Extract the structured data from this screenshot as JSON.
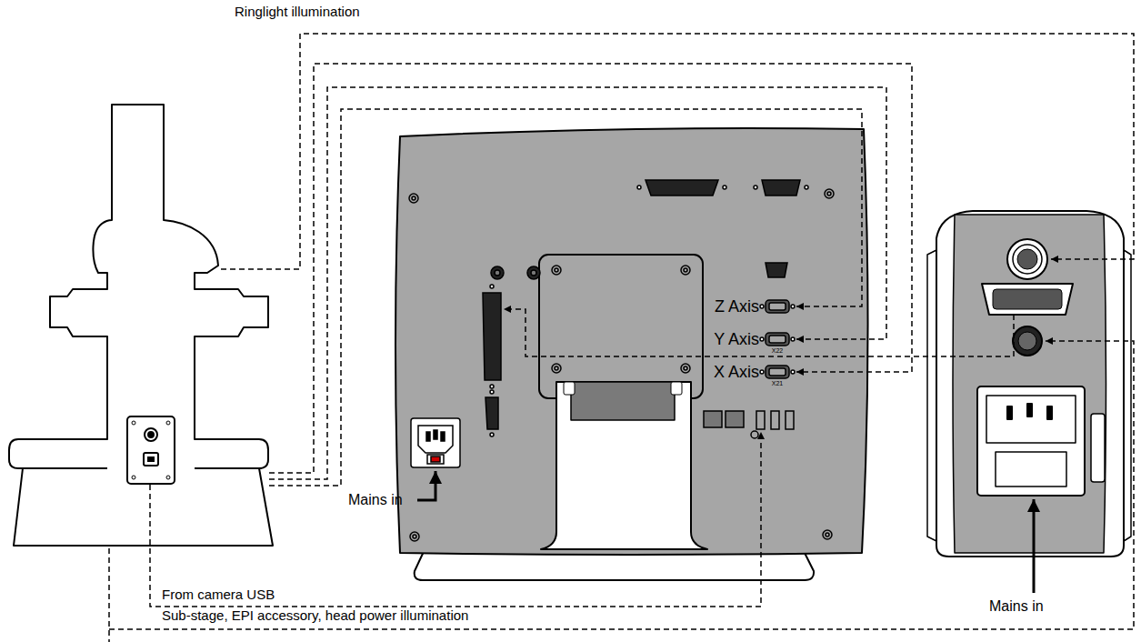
{
  "diagram": {
    "labels": [
      "Ringlight illumination",
      "Z Axis",
      "Y Axis",
      "X22",
      "X Axis",
      "X21",
      "Mains in",
      "Mains in",
      "From camera USB",
      "Sub-stage, EPI accessory, head power illumination"
    ]
  }
}
